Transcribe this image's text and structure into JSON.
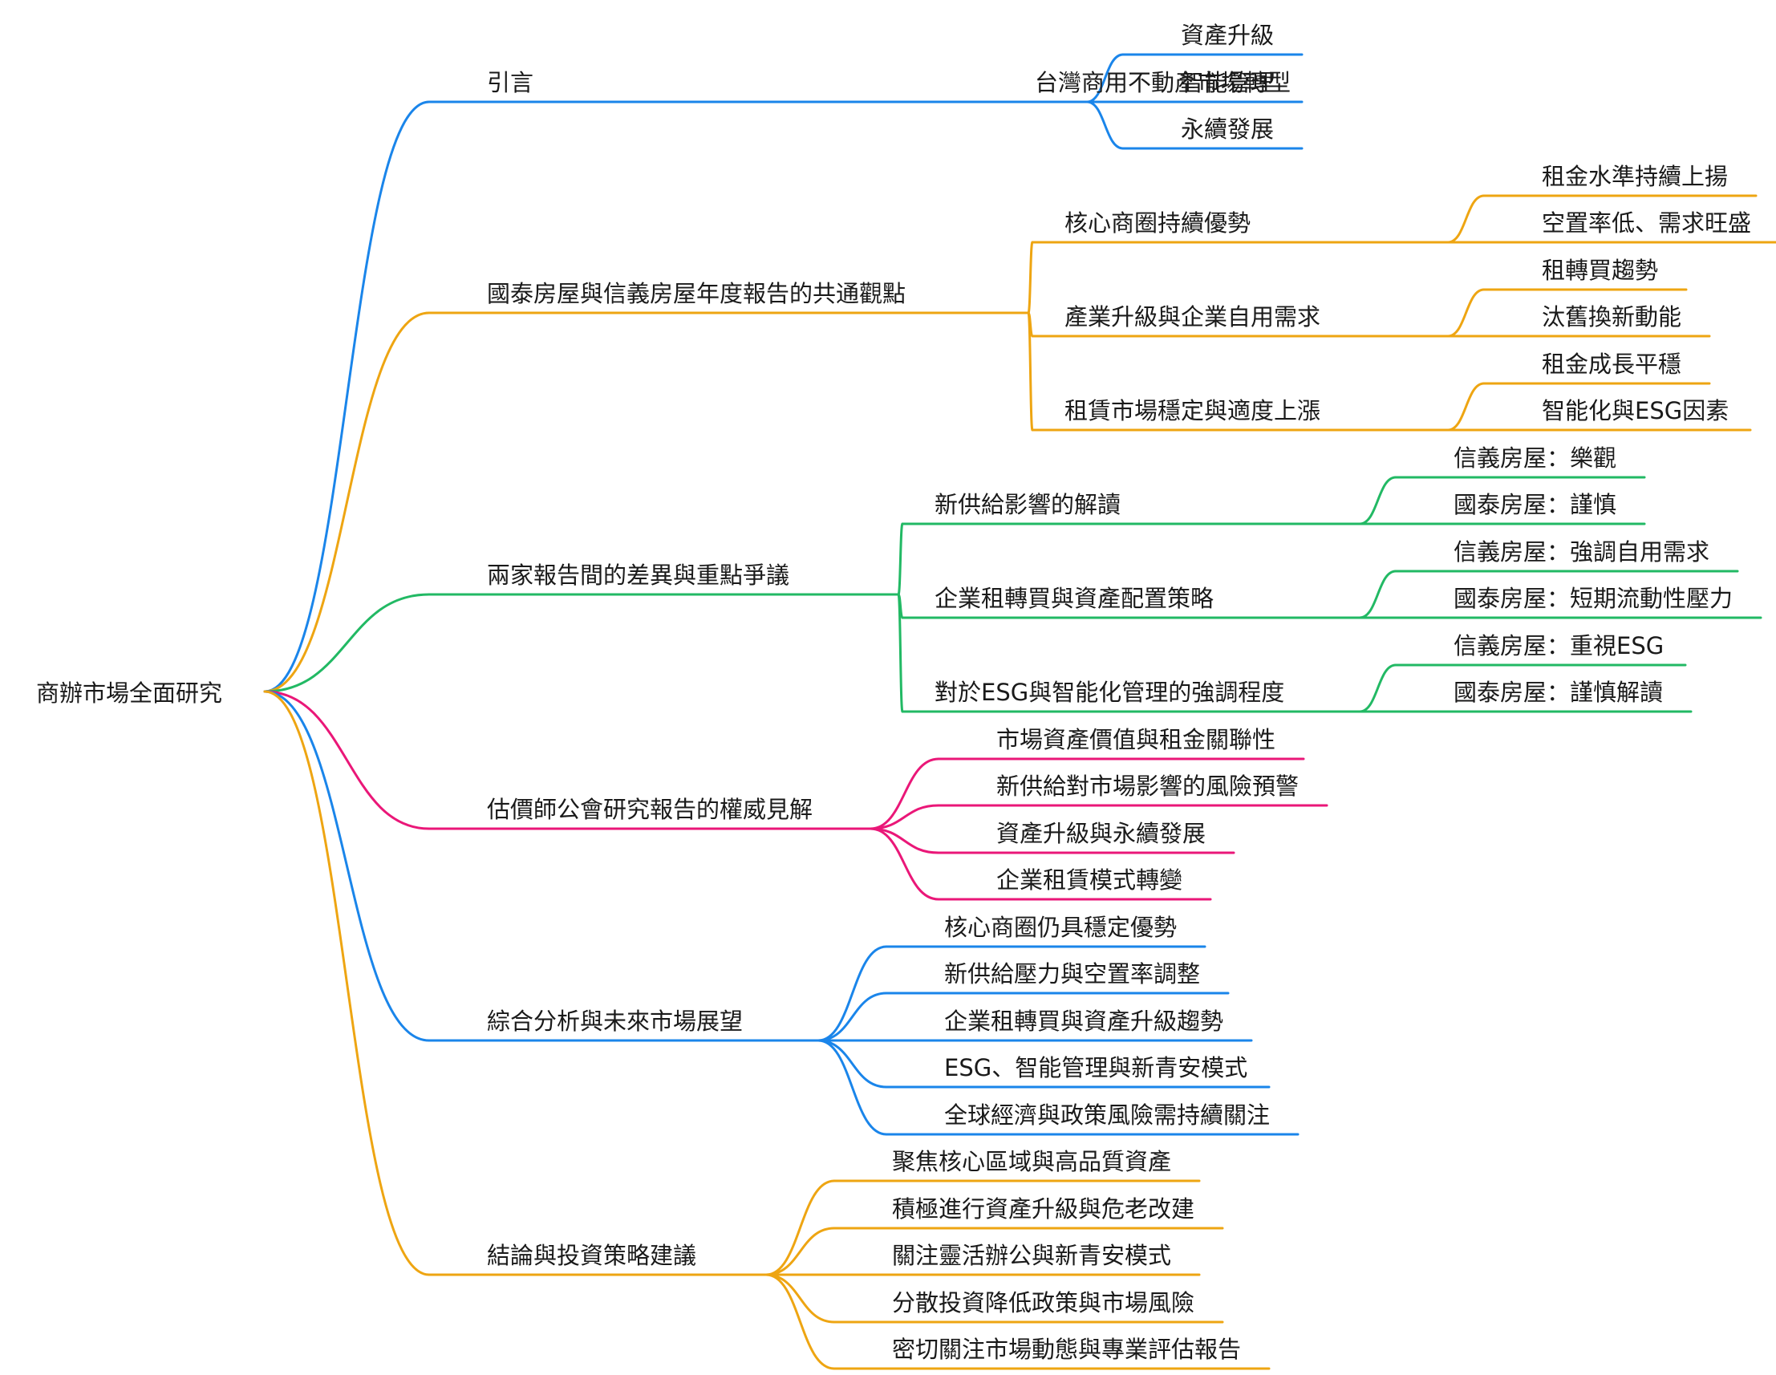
{
  "colors": {
    "blue": "#1a85ea",
    "orange": "#eea512",
    "green": "#22b964",
    "pink": "#ea1778"
  },
  "root": {
    "label": "商辦市場全面研究",
    "children": [
      {
        "label": "引言",
        "color": "blue",
        "children": [
          {
            "label": "台灣商用不動產市場轉型",
            "children": [
              {
                "label": "資產升級"
              },
              {
                "label": "智能管理"
              },
              {
                "label": "永續發展"
              }
            ]
          }
        ]
      },
      {
        "label": "國泰房屋與信義房屋年度報告的共通觀點",
        "color": "orange",
        "children": [
          {
            "label": "核心商圈持續優勢",
            "children": [
              {
                "label": "租金水準持續上揚"
              },
              {
                "label": "空置率低、需求旺盛"
              }
            ]
          },
          {
            "label": "產業升級與企業自用需求",
            "children": [
              {
                "label": "租轉買趨勢"
              },
              {
                "label": "汰舊換新動能"
              }
            ]
          },
          {
            "label": "租賃市場穩定與適度上漲",
            "children": [
              {
                "label": "租金成長平穩"
              },
              {
                "label": "智能化與ESG因素"
              }
            ]
          }
        ]
      },
      {
        "label": "兩家報告間的差異與重點爭議",
        "color": "green",
        "children": [
          {
            "label": "新供給影響的解讀",
            "children": [
              {
                "label": "信義房屋：樂觀"
              },
              {
                "label": "國泰房屋：謹慎"
              }
            ]
          },
          {
            "label": "企業租轉買與資產配置策略",
            "children": [
              {
                "label": "信義房屋：強調自用需求"
              },
              {
                "label": "國泰房屋：短期流動性壓力"
              }
            ]
          },
          {
            "label": "對於ESG與智能化管理的強調程度",
            "children": [
              {
                "label": "信義房屋：重視ESG"
              },
              {
                "label": "國泰房屋：謹慎解讀"
              }
            ]
          }
        ]
      },
      {
        "label": "估價師公會研究報告的權威見解",
        "color": "pink",
        "children": [
          {
            "label": "市場資產價值與租金關聯性"
          },
          {
            "label": "新供給對市場影響的風險預警"
          },
          {
            "label": "資產升級與永續發展"
          },
          {
            "label": "企業租賃模式轉變"
          }
        ]
      },
      {
        "label": "綜合分析與未來市場展望",
        "color": "blue",
        "children": [
          {
            "label": "核心商圈仍具穩定優勢"
          },
          {
            "label": "新供給壓力與空置率調整"
          },
          {
            "label": "企業租轉買與資產升級趨勢"
          },
          {
            "label": "ESG、智能管理與新青安模式"
          },
          {
            "label": "全球經濟與政策風險需持續關注"
          }
        ]
      },
      {
        "label": "結論與投資策略建議",
        "color": "orange",
        "children": [
          {
            "label": "聚焦核心區域與高品質資產"
          },
          {
            "label": "積極進行資產升級與危老改建"
          },
          {
            "label": "關注靈活辦公與新青安模式"
          },
          {
            "label": "分散投資降低政策與市場風險"
          },
          {
            "label": "密切關注市場動態與專業評估報告"
          }
        ]
      }
    ]
  }
}
